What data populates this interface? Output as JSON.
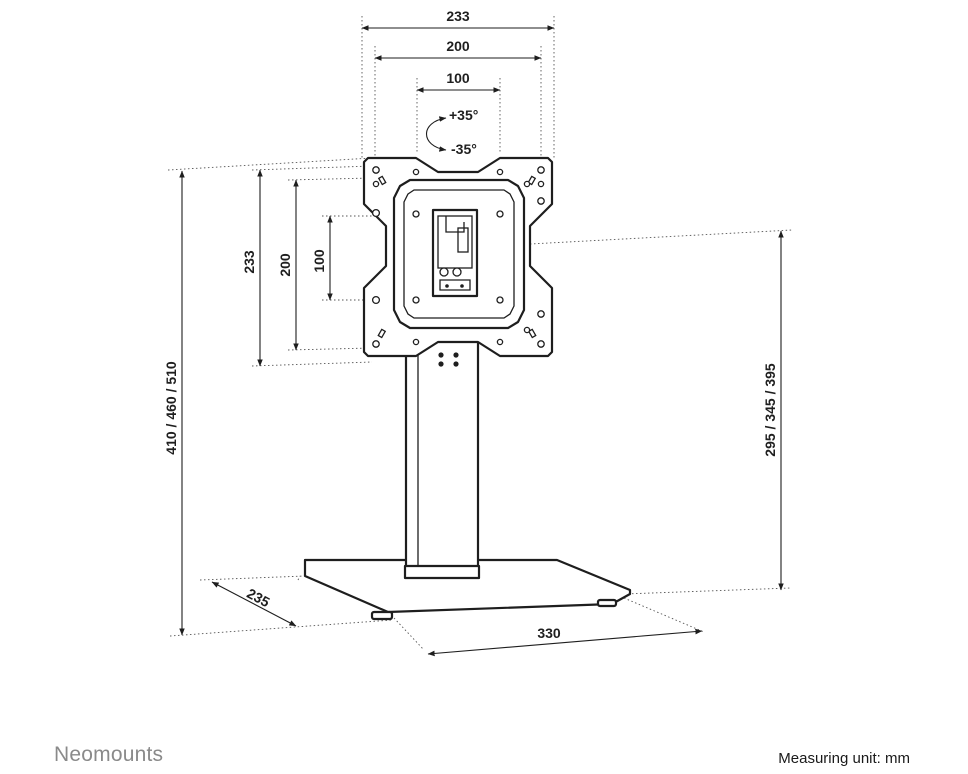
{
  "dimensions": {
    "top_outer_width": "233",
    "top_mid_width": "200",
    "top_inner_width": "100",
    "tilt_up": "+35°",
    "tilt_down": "-35°",
    "left_outer_height": "233",
    "left_mid_height": "200",
    "left_inner_height": "100",
    "total_height": "410 / 460 / 510",
    "center_height": "295 / 345 / 395",
    "base_depth": "235",
    "base_width": "330"
  },
  "footer": {
    "brand": "Neomounts",
    "unit": "Measuring unit: mm"
  }
}
